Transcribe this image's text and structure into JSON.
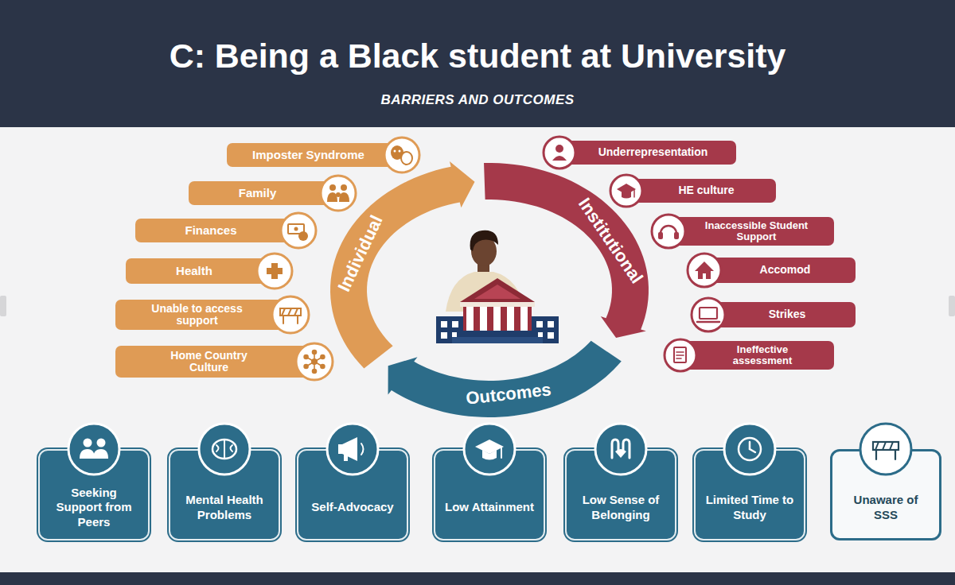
{
  "diagram": {
    "title": "C: Being a Black student at University",
    "nodes": [
      {
        "text": [
          "Imposter Syndrome"
        ]
      },
      {
        "text": [
          "Family"
        ]
      },
      {
        "text": [
          "Finances"
        ]
      },
      {
        "text": [
          "Health"
        ]
      },
      {
        "text": [
          "Unable to access support"
        ]
      },
      {
        "text": [
          "Home Country Culture"
        ]
      },
      {
        "text": [
          "Individual"
        ]
      },
      {
        "text": [
          "Institutional"
        ]
      },
      {
        "text": [
          "Outcomes"
        ]
      },
      {
        "text": [
          "Underrepresentation"
        ]
      },
      {
        "text": [
          "HE culture"
        ]
      },
      {
        "text": [
          "Inaccessible Student Support"
        ]
      },
      {
        "text": [
          "Accomod"
        ]
      },
      {
        "text": [
          "Strikes"
        ]
      },
      {
        "text": [
          "Ineffective assessment"
        ]
      },
      {
        "text": [
          "Seeking Support from Peers"
        ]
      },
      {
        "text": [
          "Mental Health Problems"
        ]
      },
      {
        "text": [
          "Self-Advocacy"
        ]
      },
      {
        "text": [
          "Low Attainment"
        ]
      },
      {
        "text": [
          "Low Sense of Belonging"
        ]
      },
      {
        "text": [
          "Limited Time to Study"
        ]
      },
      {
        "text": [
          "Unaware of SSS"
        ]
      }
    ],
    "labels": [
      "BARRIERS AND OUTCOMES"
    ]
  }
}
